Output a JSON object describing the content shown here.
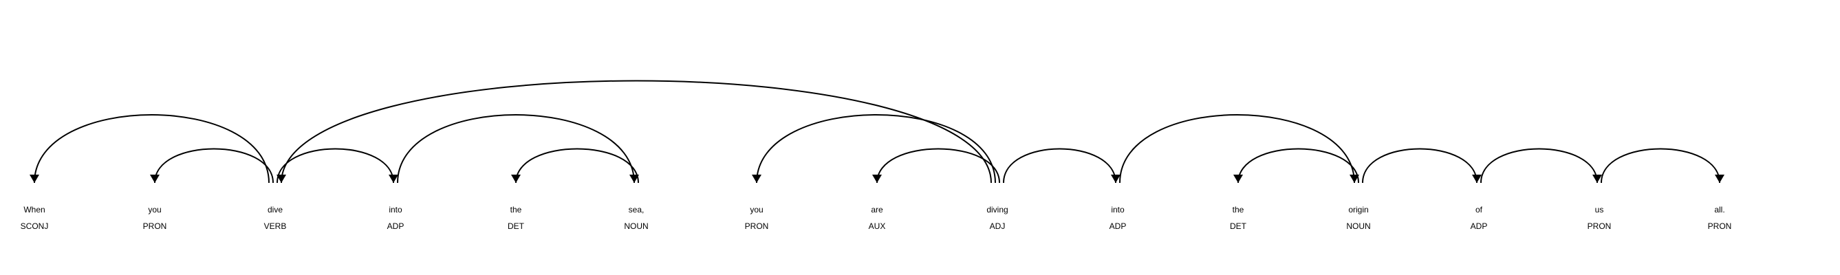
{
  "tokens": [
    {
      "text": "When",
      "tag": "SCONJ"
    },
    {
      "text": "you",
      "tag": "PRON"
    },
    {
      "text": "dive",
      "tag": "VERB"
    },
    {
      "text": "into",
      "tag": "ADP"
    },
    {
      "text": "the",
      "tag": "DET"
    },
    {
      "text": "sea,",
      "tag": "NOUN"
    },
    {
      "text": "you",
      "tag": "PRON"
    },
    {
      "text": "are",
      "tag": "AUX"
    },
    {
      "text": "diving",
      "tag": "ADJ"
    },
    {
      "text": "into",
      "tag": "ADP"
    },
    {
      "text": "the",
      "tag": "DET"
    },
    {
      "text": "origin",
      "tag": "NOUN"
    },
    {
      "text": "of",
      "tag": "ADP"
    },
    {
      "text": "us",
      "tag": "PRON"
    },
    {
      "text": "all.",
      "tag": "PRON"
    }
  ],
  "arcs": [
    {
      "head": 2,
      "dependent": 0
    },
    {
      "head": 2,
      "dependent": 1
    },
    {
      "head": 8,
      "dependent": 2
    },
    {
      "head": 2,
      "dependent": 3
    },
    {
      "head": 3,
      "dependent": 5
    },
    {
      "head": 5,
      "dependent": 4
    },
    {
      "head": 8,
      "dependent": 6
    },
    {
      "head": 8,
      "dependent": 7
    },
    {
      "head": 8,
      "dependent": 9
    },
    {
      "head": 9,
      "dependent": 11
    },
    {
      "head": 11,
      "dependent": 10
    },
    {
      "head": 11,
      "dependent": 12
    },
    {
      "head": 12,
      "dependent": 13
    },
    {
      "head": 13,
      "dependent": 14
    }
  ],
  "colors": {
    "ink": "#000000",
    "background": "#ffffff"
  }
}
